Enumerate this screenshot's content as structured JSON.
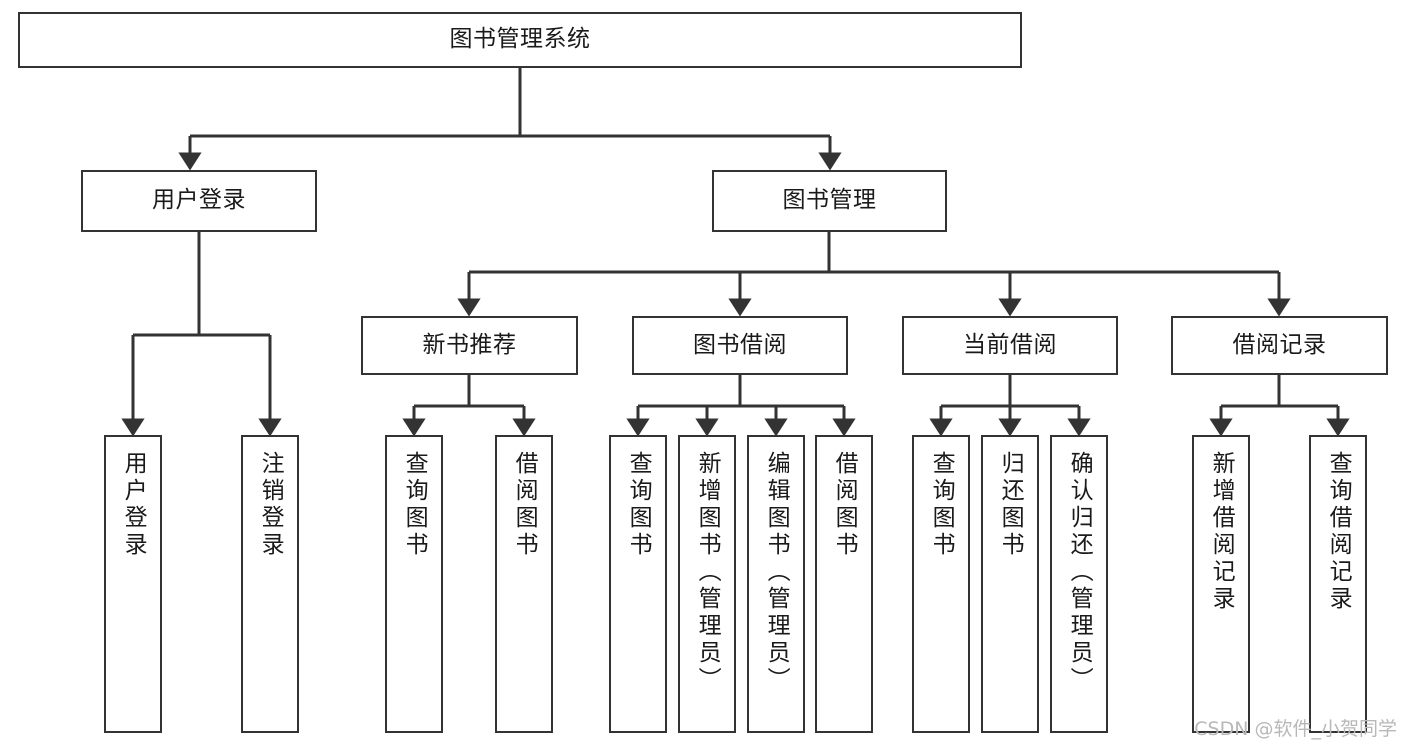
{
  "diagram": {
    "title": "图书管理系统",
    "type": "tree-hierarchy",
    "watermark": "CSDN @软件_小贺同学",
    "colors": {
      "background": "#ffffff",
      "box_border": "#333333",
      "box_fill": "#ffffff",
      "text": "#1a1a1a",
      "edge": "#333333",
      "watermark": "#b8b8b8"
    },
    "nodes": {
      "root": {
        "label": "图书管理系统"
      },
      "level2": [
        {
          "label": "用户登录"
        },
        {
          "label": "图书管理"
        }
      ],
      "level3": [
        {
          "label": "新书推荐"
        },
        {
          "label": "图书借阅"
        },
        {
          "label": "当前借阅"
        },
        {
          "label": "借阅记录"
        }
      ],
      "leaves": {
        "user_login": [
          {
            "label": "用户登录"
          },
          {
            "label": "注销登录"
          }
        ],
        "new_book_recommend": [
          {
            "label": "查询图书"
          },
          {
            "label": "借阅图书"
          }
        ],
        "book_borrow": [
          {
            "label": "查询图书"
          },
          {
            "label": "新增图书（管理员）"
          },
          {
            "label": "编辑图书（管理员）"
          },
          {
            "label": "借阅图书"
          }
        ],
        "current_borrow": [
          {
            "label": "查询图书"
          },
          {
            "label": "归还图书"
          },
          {
            "label": "确认归还（管理员）"
          }
        ],
        "borrow_record": [
          {
            "label": "新增借阅记录"
          },
          {
            "label": "查询借阅记录"
          }
        ]
      }
    }
  }
}
